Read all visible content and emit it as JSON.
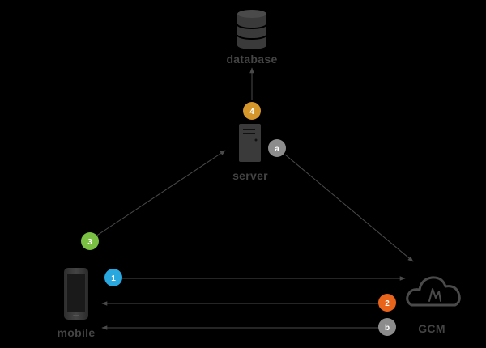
{
  "nodes": {
    "database": {
      "label": "database",
      "icon": "database-icon"
    },
    "server": {
      "label": "server",
      "icon": "server-tower-icon"
    },
    "mobile": {
      "label": "mobile",
      "icon": "smartphone-icon"
    },
    "gcm": {
      "label": "GCM",
      "icon": "cloud-icon"
    }
  },
  "steps": [
    {
      "label": "4",
      "color": "#d4952a",
      "from": "server",
      "to": "database"
    },
    {
      "label": "a",
      "color": "#8c8c8c",
      "from": "server",
      "to": "gcm"
    },
    {
      "label": "3",
      "color": "#7ac143",
      "from": "mobile",
      "to": "server"
    },
    {
      "label": "1",
      "color": "#29a8e0",
      "from": "mobile",
      "to": "gcm"
    },
    {
      "label": "2",
      "color": "#e8641b",
      "from": "gcm",
      "to": "mobile"
    },
    {
      "label": "b",
      "color": "#8c8c8c",
      "from": "gcm",
      "to": "mobile"
    }
  ],
  "colors": {
    "background": "#000000",
    "icon": "#3a3a3a",
    "line": "#4a4a4a",
    "label": "#444444"
  }
}
